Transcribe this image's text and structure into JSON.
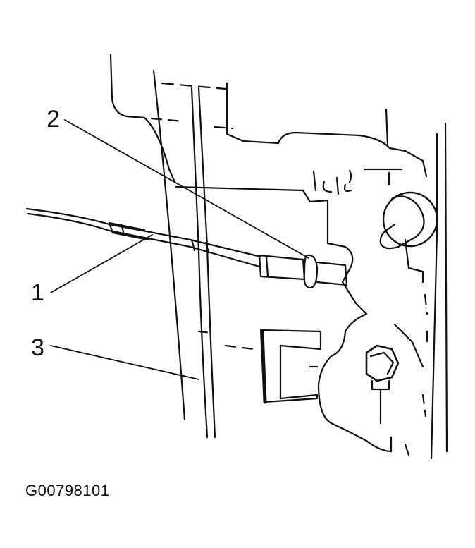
{
  "callouts": [
    {
      "number": "1"
    },
    {
      "number": "2"
    },
    {
      "number": "3"
    }
  ],
  "figure_id": "G00798101",
  "colors": {
    "ink": "#111111",
    "background": "#ffffff"
  }
}
